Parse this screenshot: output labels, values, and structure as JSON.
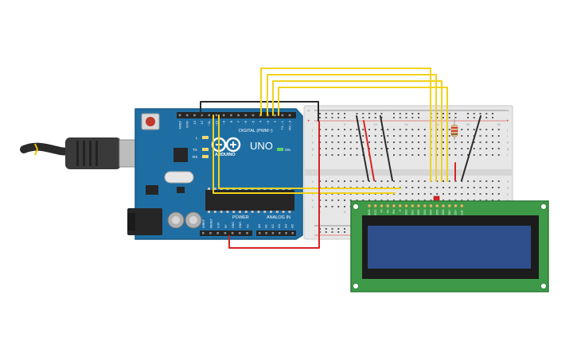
{
  "board": {
    "brand": "ARDUINO",
    "model": "UNO",
    "digital_label": "DIGITAL (PWM~)",
    "power_label": "POWER",
    "analog_label": "ANALOG IN",
    "on_label": "ON",
    "l_label": "L",
    "tx_label": "TX",
    "rx_label": "RX",
    "digital_pins": [
      "AREF",
      "GND",
      "13",
      "12",
      "~11",
      "~10",
      "~9",
      "8",
      "7",
      "~6",
      "~5",
      "4",
      "~3",
      "2",
      "TX→1",
      "RX←0"
    ],
    "power_pins": [
      "IOREF",
      "RESET",
      "3.3V",
      "5V",
      "GND",
      "GND",
      "Vin"
    ],
    "analog_pins": [
      "A0",
      "A1",
      "A2",
      "A3",
      "A4",
      "A5"
    ]
  },
  "breadboard": {
    "row_letters_top": [
      "j",
      "i",
      "h",
      "g",
      "f"
    ],
    "row_letters_bottom": [
      "e",
      "d",
      "c",
      "b",
      "a"
    ],
    "column_numbers": [
      "1",
      "5",
      "10",
      "15",
      "20",
      "25",
      "30"
    ]
  },
  "lcd": {
    "pin_labels": [
      "GND",
      "VCC",
      "V0",
      "RS",
      "RW",
      "E",
      "DB0",
      "DB1",
      "DB2",
      "DB3",
      "DB4",
      "DB5",
      "DB6",
      "DB7",
      "LED+",
      "LED-"
    ]
  },
  "colors": {
    "board": "#1f6ea3",
    "breadboard": "#e7e7e7",
    "lcd_pcb": "#3e9a48",
    "lcd_screen": "#2f4f8c",
    "wire_yellow": "#f2d21b",
    "wire_red": "#d82323",
    "wire_black": "#2b2b2b"
  }
}
